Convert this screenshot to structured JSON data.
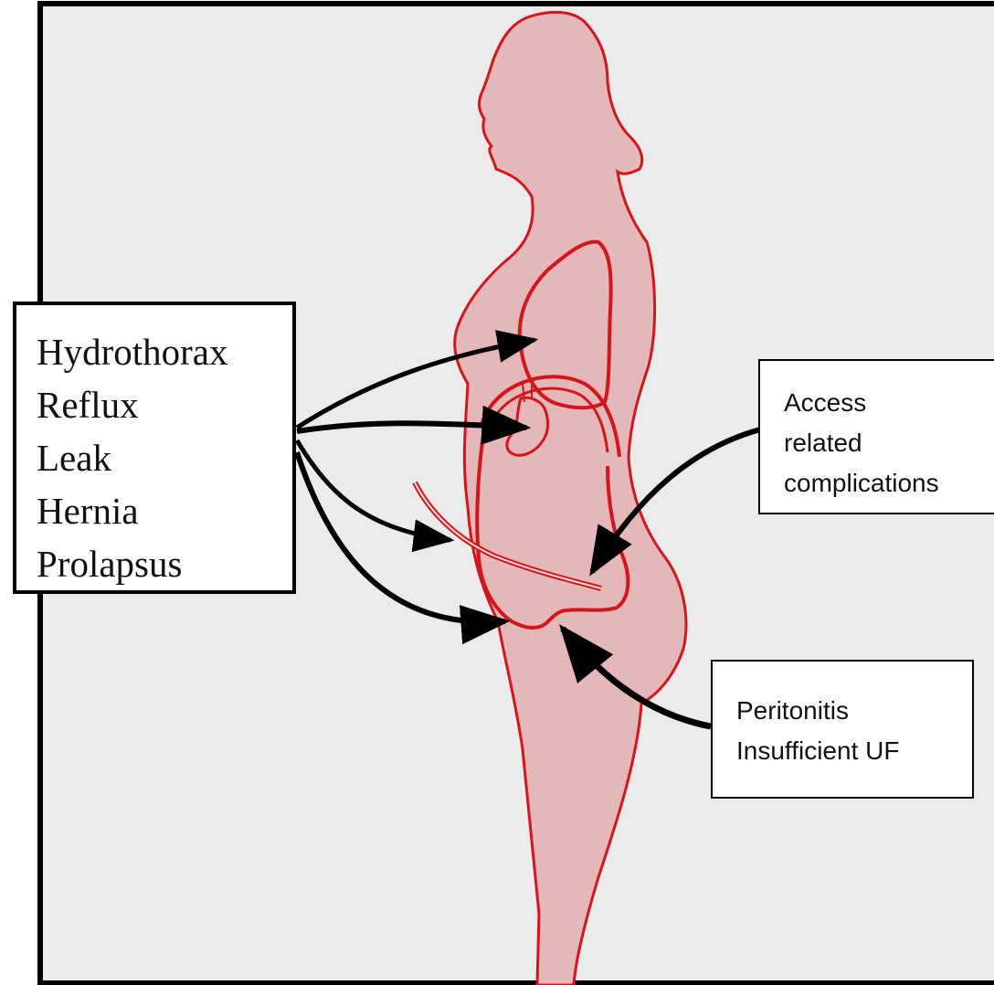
{
  "left_box": {
    "items": [
      "Hydrothorax",
      "Reflux",
      "Leak",
      "Hernia",
      "Prolapsus"
    ]
  },
  "access_box": {
    "lines": [
      "Access",
      "related",
      "complications"
    ]
  },
  "peritonitis_box": {
    "lines": [
      "Peritonitis",
      "Insufficient UF"
    ]
  },
  "colors": {
    "background": "#ebebeb",
    "body_fill": "#e4b7b9",
    "outline": "#d4161c",
    "arrow": "#000000"
  }
}
